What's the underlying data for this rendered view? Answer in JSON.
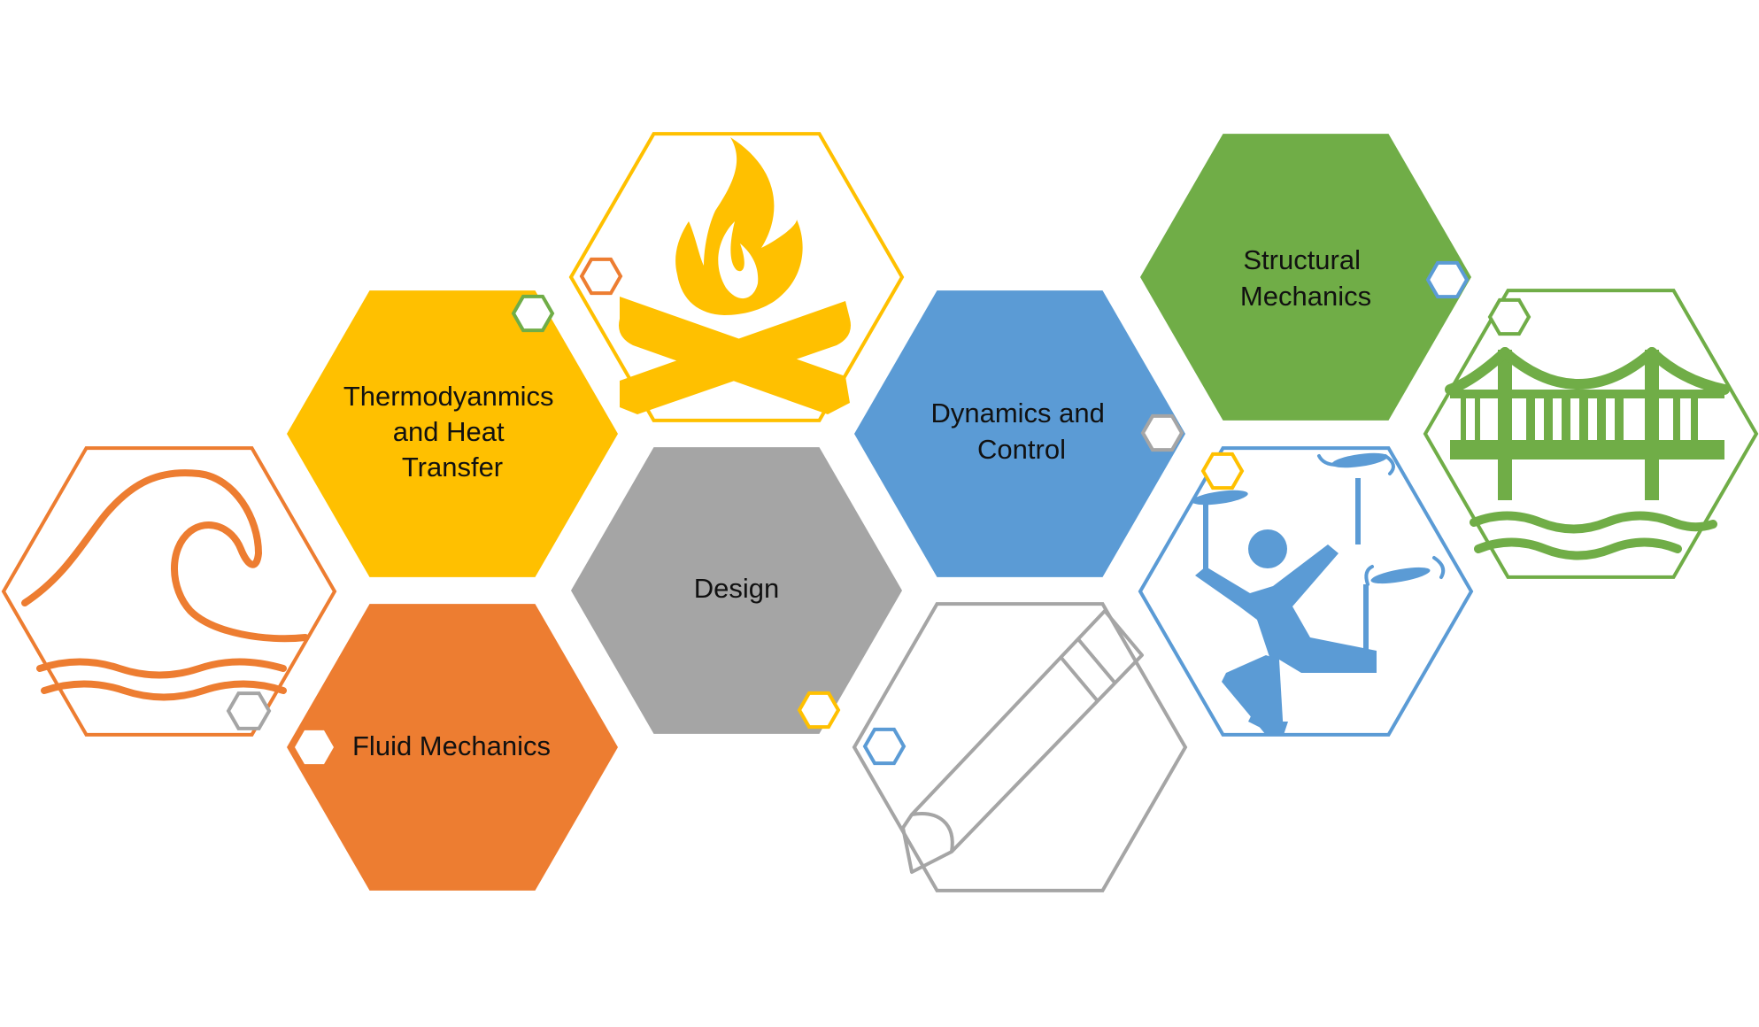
{
  "colors": {
    "orange": "#ED7D31",
    "yellow": "#FFC000",
    "gray": "#A5A5A5",
    "blue": "#5B9BD5",
    "green": "#70AD47",
    "white": "#FFFFFF"
  },
  "topics": {
    "thermo": {
      "lines": [
        "Thermodyanmics",
        "and Heat",
        "Transfer"
      ]
    },
    "fluid": {
      "lines": [
        "Fluid Mechanics"
      ]
    },
    "design": {
      "lines": [
        "Design"
      ]
    },
    "dynamics": {
      "lines": [
        "Dynamics and",
        "Control"
      ]
    },
    "structural": {
      "lines": [
        "Structural",
        "Mechanics"
      ]
    }
  },
  "icons": {
    "wave": "wave-icon",
    "fire": "campfire-icon",
    "pencil": "pencil-icon",
    "juggler": "plate-spinner-icon",
    "bridge": "bridge-icon"
  }
}
